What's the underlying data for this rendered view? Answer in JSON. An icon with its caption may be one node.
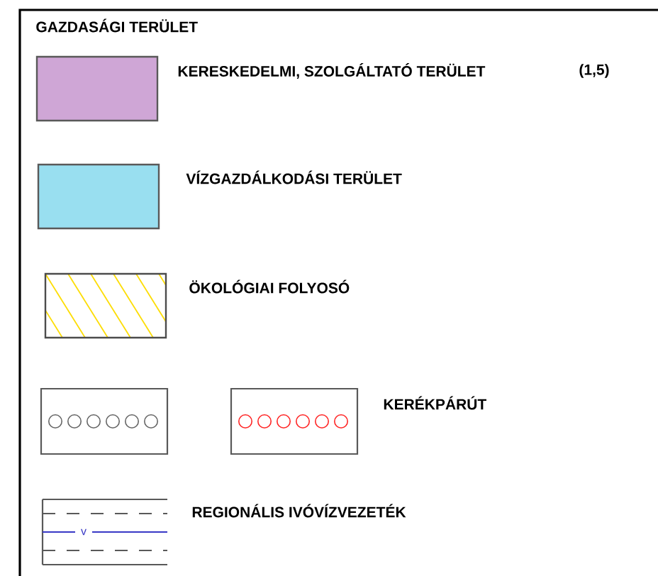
{
  "diagram": {
    "title": "GAZDASÁGI TERÜLET",
    "labels": [
      "(1,5)",
      "v"
    ],
    "legend": [
      {
        "text": "KERESKEDELMI, SZOLGÁLTATÓ TERÜLET",
        "color": "#cfa6d6"
      },
      {
        "text": "VÍZGAZDÁLKODÁSI TERÜLET",
        "color": "#99dff0"
      },
      {
        "text": "ÖKOLÓGIAI FOLYOSÓ"
      },
      {
        "text": "KERÉKPÁRÚT"
      },
      {
        "text": "REGIONÁLIS IVÓVÍZVEZETÉK"
      }
    ]
  }
}
